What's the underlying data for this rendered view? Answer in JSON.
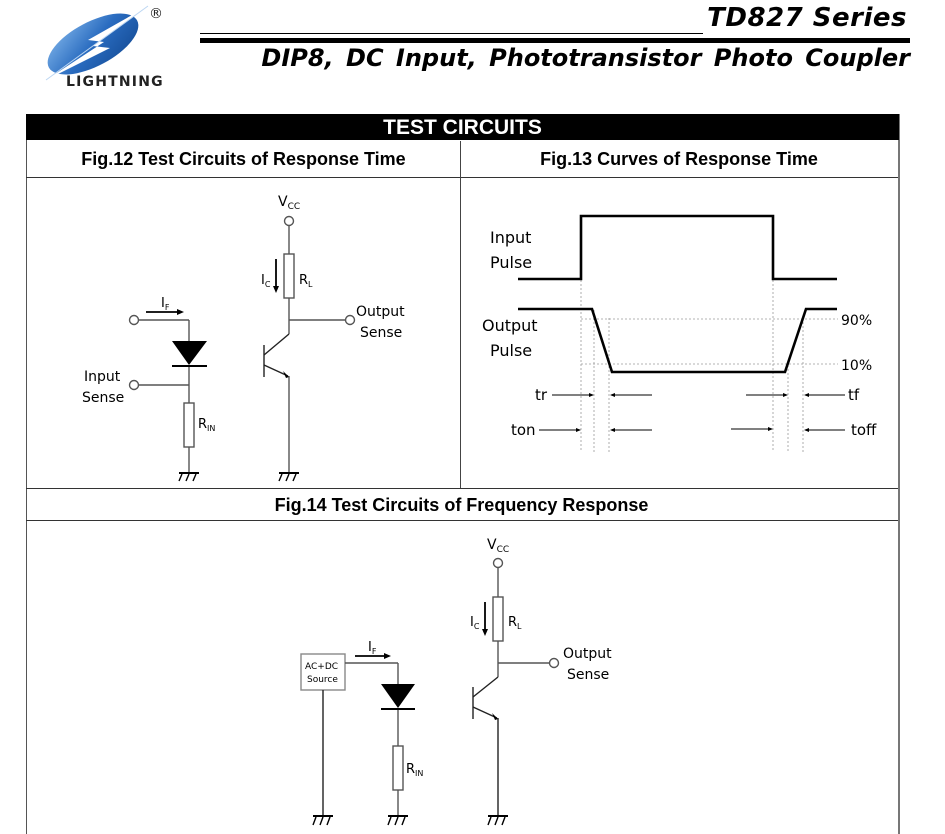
{
  "header": {
    "logo_text": "LIGHTNING",
    "registered_mark": "®",
    "series_title": "TD827  Series",
    "subtitle": "DIP8,  DC  Input,  Phototransistor  Photo  Coupler"
  },
  "section": {
    "banner": "TEST CIRCUITS",
    "fig12": {
      "title": "Fig.12 Test Circuits of Response Time",
      "labels": {
        "vcc": "V",
        "vcc_sub": "CC",
        "ic": "I",
        "ic_sub": "C",
        "rl": "R",
        "rl_sub": "L",
        "if": "I",
        "if_sub": "F",
        "rin": "R",
        "rin_sub": "IN",
        "input_sense_1": "Input",
        "input_sense_2": "Sense",
        "output_sense_1": "Output",
        "output_sense_2": "Sense"
      }
    },
    "fig13": {
      "title": "Fig.13 Curves of Response Time",
      "labels": {
        "input_pulse_1": "Input",
        "input_pulse_2": "Pulse",
        "output_pulse_1": "Output",
        "output_pulse_2": "Pulse",
        "level_90": "90%",
        "level_10": "10%",
        "tr": "tr",
        "tf": "tf",
        "ton": "ton",
        "toff": "toff"
      }
    },
    "fig14": {
      "title": "Fig.14 Test Circuits of Frequency Response",
      "labels": {
        "source_1": "AC+DC",
        "source_2": "Source",
        "vcc": "V",
        "vcc_sub": "CC",
        "ic": "I",
        "ic_sub": "C",
        "rl": "R",
        "rl_sub": "L",
        "if": "I",
        "if_sub": "F",
        "rin": "R",
        "rin_sub": "IN",
        "output_sense_1": "Output",
        "output_sense_2": "Sense"
      }
    }
  },
  "colors": {
    "logo_blue": "#1f5fb0",
    "logo_light": "#6fa6e0",
    "ink": "#000000",
    "wire_grey": "#555555",
    "guide_grey": "#9a9a9a"
  }
}
